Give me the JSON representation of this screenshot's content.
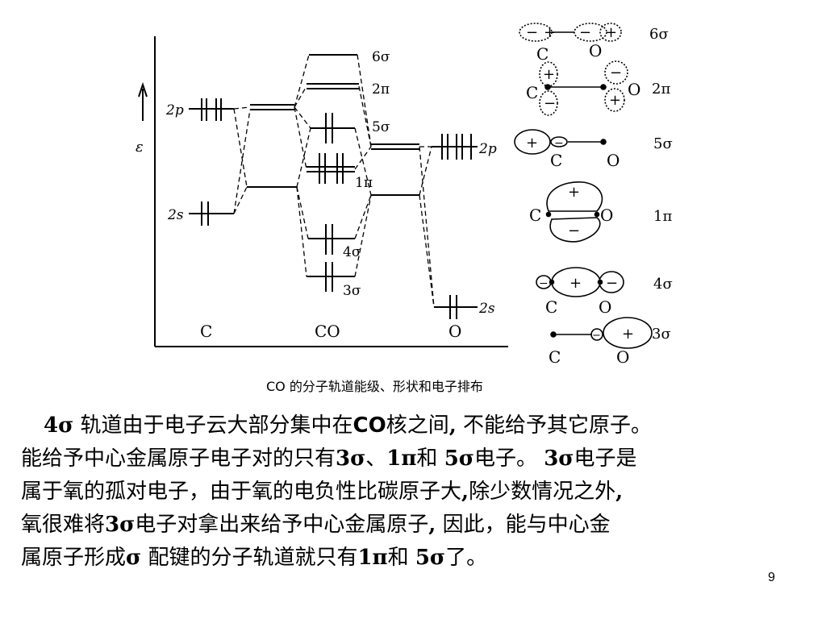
{
  "diagram": {
    "axis_label": "ε",
    "atoms": [
      "C",
      "CO",
      "O"
    ],
    "c_levels": [
      "2p",
      "2s"
    ],
    "o_levels": [
      "2p",
      "2s"
    ],
    "co_orbitals": [
      "6σ",
      "2π",
      "5σ",
      "1π",
      "4σ",
      "3σ"
    ],
    "shapes": [
      {
        "label": "6σ",
        "atom_c": "C",
        "atom_o": "O"
      },
      {
        "label": "2π",
        "atom_c": "C",
        "atom_o": "O"
      },
      {
        "label": "5σ",
        "atom_c": "C",
        "atom_o": "O"
      },
      {
        "label": "1π",
        "atom_c": "C",
        "atom_o": "O"
      },
      {
        "label": "4σ",
        "atom_c": "C",
        "atom_o": "O"
      },
      {
        "label": "3σ",
        "atom_c": "C",
        "atom_o": "O"
      }
    ],
    "signs": {
      "plus": "+",
      "minus": "−"
    },
    "caption": "CO 的分子轨道能级、形状和电子排布"
  },
  "body": {
    "l1": {
      "a": "4σ",
      "b": " 轨道由于电子云大部分集中在",
      "c": "CO",
      "d": "核之间",
      "e": ",",
      "f": " 不能给予其它原子。"
    },
    "l2": {
      "a": "能给予中心金属原子电子对的只有",
      "b": "3σ",
      "c": "、",
      "d": "1π",
      "e": "和 ",
      "f": "5σ",
      "g": "电子。 ",
      "h": "3σ",
      "i": "电子是"
    },
    "l3": {
      "a": "属于氧的孤对电子，由于氧的电负性比碳原子大",
      "b": ",",
      "c": "除少数情况之外",
      "d": ","
    },
    "l4": {
      "a": "氧很难将",
      "b": "3σ",
      "c": "电子对拿出来给予中心金属原子",
      "d": ",",
      "e": " 因此，能与中心金"
    },
    "l5": {
      "a": "属原子形成",
      "b": "σ",
      "c": " 配键的分子轨道就只有",
      "d": "1π",
      "e": "和 ",
      "f": "5σ",
      "g": "了。"
    }
  },
  "page_number": "9"
}
